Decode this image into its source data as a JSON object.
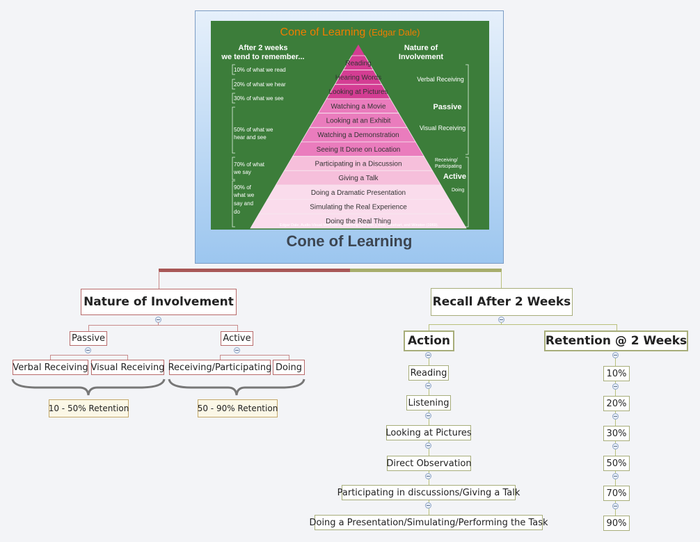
{
  "central": {
    "title": "Cone of Learning",
    "poster": {
      "heading": "Cone of Learning",
      "heading_author": "(Edgar Dale)",
      "left_heading_1": "After 2 weeks",
      "left_heading_2": "we tend to remember...",
      "right_heading_1": "Nature of",
      "right_heading_2": "Involvement",
      "remember": [
        "10% of what we read",
        "20% of what we hear",
        "30% of what we see",
        "50% of what we",
        "hear and see",
        "70% of what",
        "we say",
        "90% of",
        "what we",
        "say and",
        "do"
      ],
      "levels": [
        "Reading",
        "Hearing Words",
        "Looking at Pictures",
        "Watching a Movie",
        "Looking at an Exhibit",
        "Watching a Demonstration",
        "Seeing It Done on Location",
        "Participating in a Discussion",
        "Giving a Talk",
        "Doing a Dramatic Presentation",
        "Simulating the Real Experience",
        "Doing the Real Thing"
      ],
      "verbal_receiving": "Verbal Receiving",
      "passive": "Passive",
      "visual_receiving": "Visual Receiving",
      "receiving_1": "Receiving/",
      "receiving_2": "Participating",
      "active": "Active",
      "doing": "Doing",
      "citation": "Edgar Dale, Audio-Visual Methods in Teaching (3rd Edn.), Holt, Rinehart, and Winston (1969)."
    }
  },
  "left_branch": {
    "title": "Nature of Involvement",
    "passive": {
      "label": "Passive",
      "children": [
        "Verbal Receiving",
        "Visual Receiving"
      ],
      "retention": "10 - 50% Retention"
    },
    "active": {
      "label": "Active",
      "children": [
        "Receiving/Participating",
        "Doing"
      ],
      "retention": "50 - 90% Retention"
    }
  },
  "right_branch": {
    "title": "Recall After 2 Weeks",
    "action": {
      "label": "Action",
      "items": [
        "Reading",
        "Listening",
        "Looking at Pictures",
        "Direct Observation",
        "Participating in discussions/Giving a Talk",
        "Doing a Presentation/Simulating/Performing the Task"
      ]
    },
    "retention": {
      "label": "Retention @ 2 Weeks",
      "items": [
        "10%",
        "20%",
        "30%",
        "50%",
        "70%",
        "90%"
      ]
    }
  },
  "colors": {
    "poster_green": "#3c7d3a",
    "pyramid_dark": "#d43d93",
    "pyramid_mid": "#ea7cbd",
    "pyramid_light": "#f6bfdb",
    "pyramid_pale": "#fadcec",
    "heading_orange": "#f07d00"
  }
}
